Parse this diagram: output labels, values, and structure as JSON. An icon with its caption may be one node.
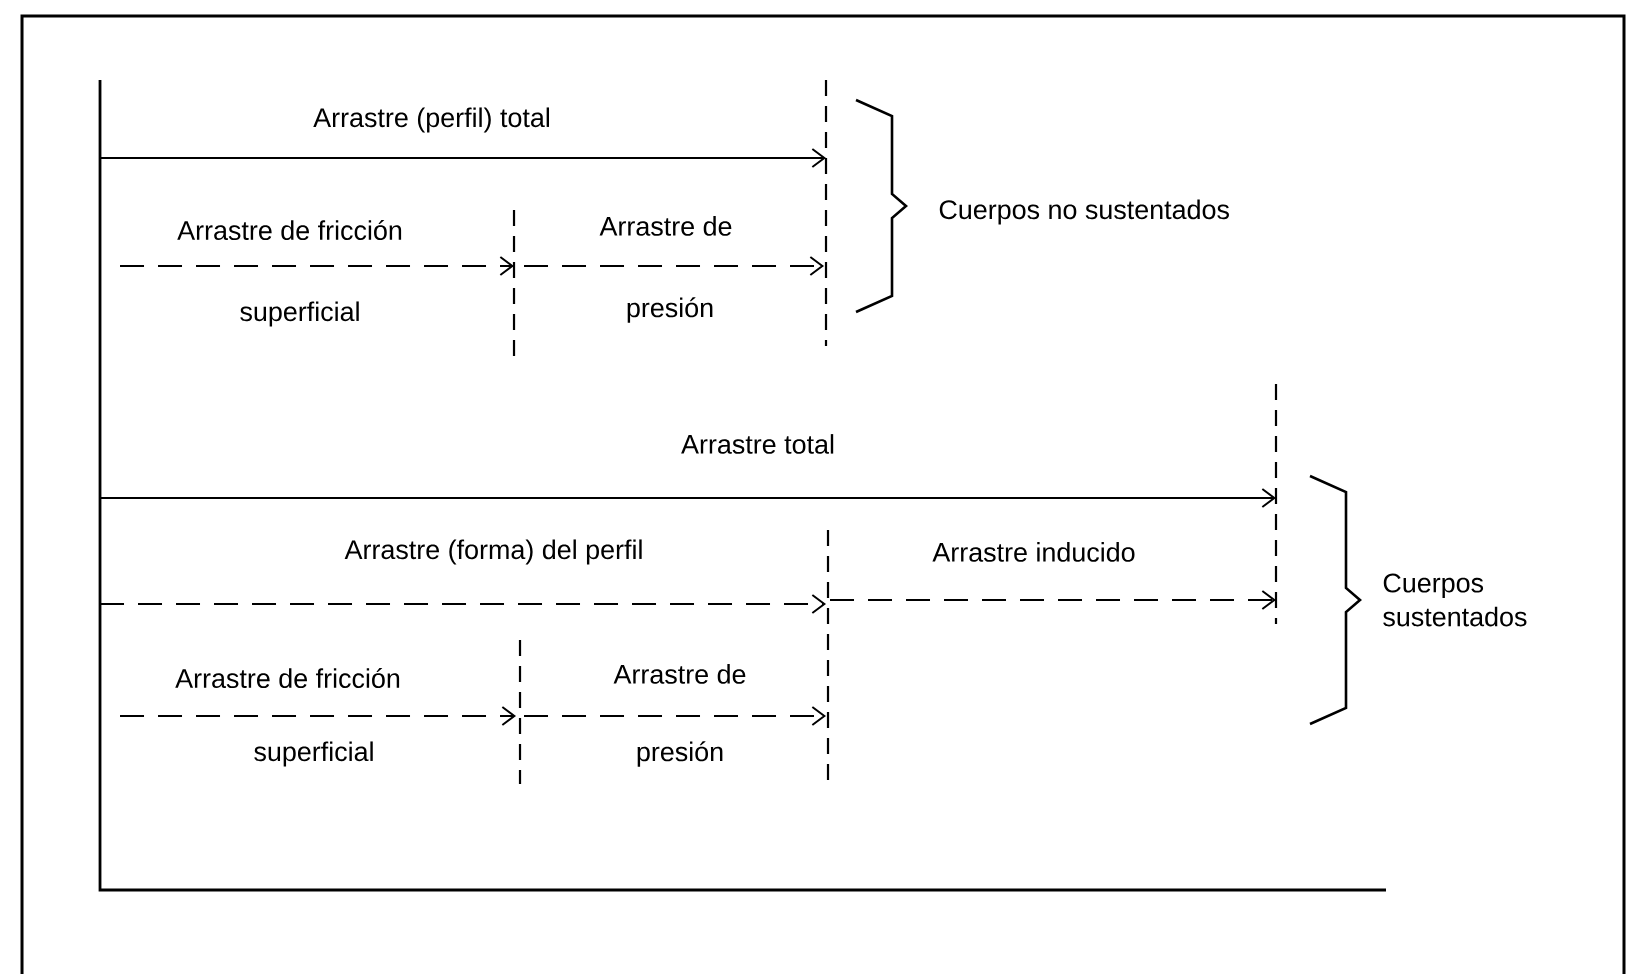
{
  "diagram": {
    "labels": [
      "Arrastre (perfil) total",
      "Arrastre de fricción",
      "Arrastre de",
      "superficial",
      "presión",
      "Cuerpos no sustentados",
      "Arrastre total",
      "Arrastre (forma) del perfil",
      "Arrastre inducido",
      "Arrastre de fricción",
      "Arrastre de",
      "superficial",
      "presión",
      "Cuerpos sustentados"
    ]
  }
}
